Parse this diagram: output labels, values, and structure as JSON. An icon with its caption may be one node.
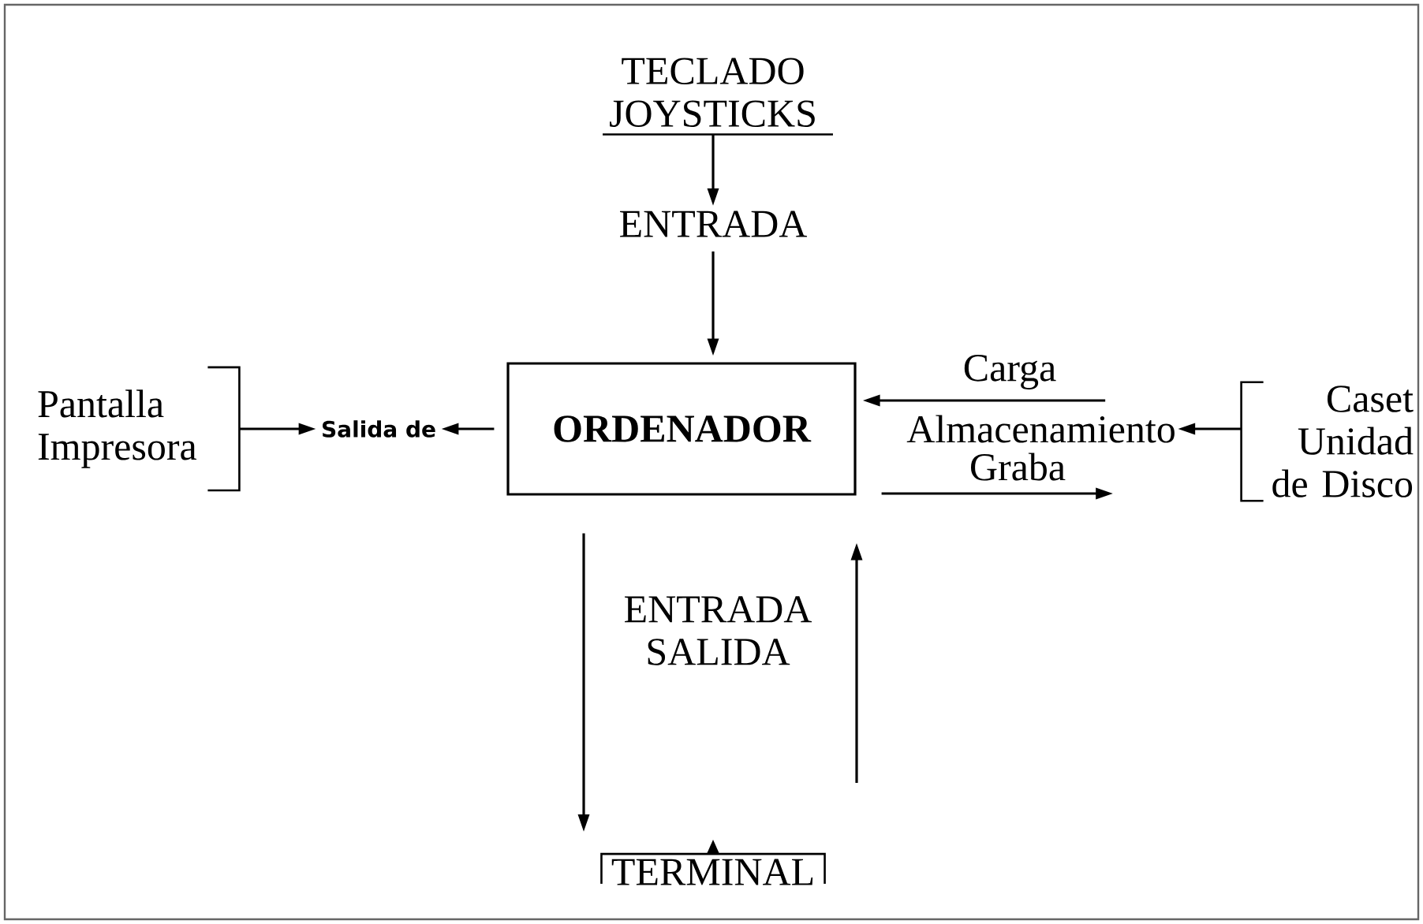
{
  "diagram": {
    "nodes": [
      {
        "text": [
          "TECLADO",
          "JOYSTICKS"
        ]
      },
      {
        "text": [
          "ENTRADA"
        ]
      },
      {
        "text": [
          "ORDENADOR"
        ]
      },
      {
        "text": [
          "Salida de"
        ]
      },
      {
        "text": [
          "Pantalla",
          "Impresora"
        ]
      },
      {
        "text": [
          "Almacenamiento"
        ]
      },
      {
        "text": [
          "Caset",
          "Unidad de Disco"
        ]
      },
      {
        "text": [
          "TERMINAL"
        ]
      }
    ],
    "edges": [
      {
        "from": 0,
        "to": 1,
        "arrow": "to"
      },
      {
        "from": 1,
        "to": 2,
        "arrow": "to"
      },
      {
        "from": 2,
        "to": 3,
        "arrow": "to"
      },
      {
        "from": 4,
        "to": 3,
        "arrow": "to"
      },
      {
        "from": 5,
        "to": 2,
        "arrow": "to",
        "label": "Carga"
      },
      {
        "from": 6,
        "to": 5,
        "arrow": "to"
      },
      {
        "from": 2,
        "to": 5,
        "arrow": "to",
        "label": "Graba"
      },
      {
        "from": 2,
        "to": 7,
        "arrow": "to"
      },
      {
        "from": 7,
        "to": 2,
        "arrow": "to"
      }
    ],
    "labels": [
      "ENTRADA SALIDA"
    ]
  }
}
